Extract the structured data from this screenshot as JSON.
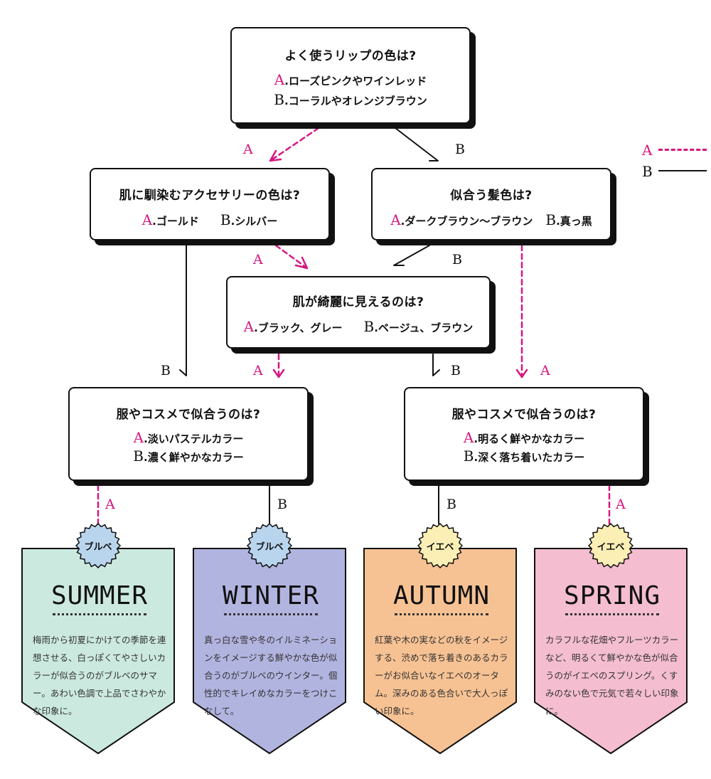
{
  "questions": {
    "q1": {
      "title": "よく使うリップの色は?",
      "a": "ローズピンクやワインレッド",
      "b": "コーラルやオレンジブラウン"
    },
    "q2": {
      "title": "肌に馴染むアクセサリーの色は?",
      "a": "ゴールド",
      "b": "シルバー"
    },
    "q3": {
      "title": "似合う髪色は?",
      "a": "ダークブラウン〜ブラウン",
      "b": "真っ黒"
    },
    "q4": {
      "title": "肌が綺麗に見えるのは?",
      "a": "ブラック、グレー",
      "b": "ベージュ、ブラウン"
    },
    "q5": {
      "title": "服やコスメで似合うのは?",
      "a": "淡いパステルカラー",
      "b": "濃く鮮やかなカラー"
    },
    "q6": {
      "title": "服やコスメで似合うのは?",
      "a": "明るく鮮やかなカラー",
      "b": "深く落ち着いたカラー"
    }
  },
  "labels": {
    "a": "A",
    "b": "B",
    "sep": "."
  },
  "legend": {
    "a": "A",
    "b": "B"
  },
  "results": [
    {
      "badge": "ブルベ",
      "season": "SUMMER",
      "desc": "梅雨から初夏にかけての季節を連想させる、白っぽくてやさしいカラーが似合うのがブルベのサマー。あわい色調で上品でさわやかな印象に。",
      "color": "#cbe9df",
      "badge_color": "#b9d5ee"
    },
    {
      "badge": "ブルベ",
      "season": "WINTER",
      "desc": "真っ白な雪や冬のイルミネーションをイメージする鮮やかな色が似合うのがブルベのウインター。個性的でキレイめなカラーをつけこなして。",
      "color": "#b2b4e0",
      "badge_color": "#b9d5ee"
    },
    {
      "badge": "イエベ",
      "season": "AUTUMN",
      "desc": "紅葉や木の実などの秋をイメージする、渋めで落ち着きのあるカラーがお似合いなイエベのオータム。深みのある色合いで大人っぽい印象に。",
      "color": "#f7c293",
      "badge_color": "#fcefb5"
    },
    {
      "badge": "イエベ",
      "season": "SPRING",
      "desc": "カラフルな花畑やフルーツカラーなど、明るくて鮮やかな色が似合うのがイエベのスプリング。くすみのない色で元気で若々しい印象に。",
      "color": "#f4bdd0",
      "badge_color": "#fcefb5"
    }
  ],
  "colors": {
    "a_path": "#d6177f",
    "b_path": "#111111",
    "shadow": "#111111"
  }
}
